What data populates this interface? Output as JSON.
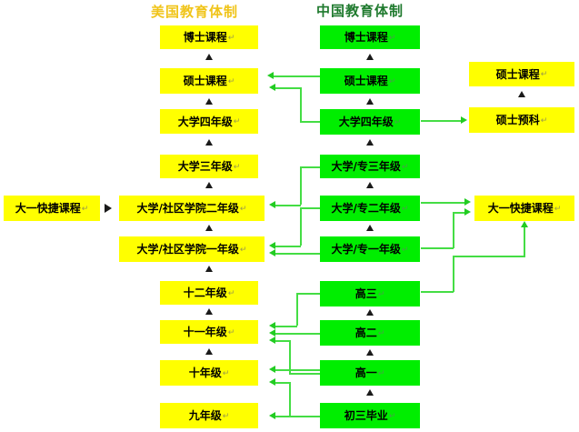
{
  "titles": {
    "us": "美国教育体制",
    "cn": "中国教育体制"
  },
  "colors": {
    "us_title": "#f0c419",
    "cn_title": "#1f7a2e",
    "us_box": "#ffff00",
    "cn_box": "#00ee00",
    "arrow_green": "#44dd44",
    "arrow_black": "#1a1a1a",
    "text": "#000000"
  },
  "pilcrow": "↵",
  "us_track": [
    {
      "id": "us-phd",
      "label": "博士课程"
    },
    {
      "id": "us-master",
      "label": "硕士课程"
    },
    {
      "id": "us-uni-4",
      "label": "大学四年级"
    },
    {
      "id": "us-uni-3",
      "label": "大学三年级"
    },
    {
      "id": "us-cc-2",
      "label": "大学/社区学院二年级"
    },
    {
      "id": "us-cc-1",
      "label": "大学/社区学院一年级"
    },
    {
      "id": "us-grade-12",
      "label": "十二年级"
    },
    {
      "id": "us-grade-11",
      "label": "十一年级"
    },
    {
      "id": "us-grade-10",
      "label": "十年级"
    },
    {
      "id": "us-grade-9",
      "label": "九年级"
    }
  ],
  "cn_track": [
    {
      "id": "cn-phd",
      "label": "博士课程"
    },
    {
      "id": "cn-master",
      "label": "硕士课程"
    },
    {
      "id": "cn-uni-4",
      "label": "大学四年级"
    },
    {
      "id": "cn-uni-3",
      "label": "大学/专三年级"
    },
    {
      "id": "cn-uni-2",
      "label": "大学/专二年级"
    },
    {
      "id": "cn-uni-1",
      "label": "大学/专一年级"
    },
    {
      "id": "cn-senior-3",
      "label": "高三"
    },
    {
      "id": "cn-senior-2",
      "label": "高二"
    },
    {
      "id": "cn-senior-1",
      "label": "高一"
    },
    {
      "id": "cn-junior-grad",
      "label": "初三毕业"
    }
  ],
  "side_boxes": {
    "left_pathway": "大一快捷课程",
    "right_pathway": "大一快捷课程",
    "right_master": "硕士课程",
    "right_master_prep": "硕士预科"
  }
}
